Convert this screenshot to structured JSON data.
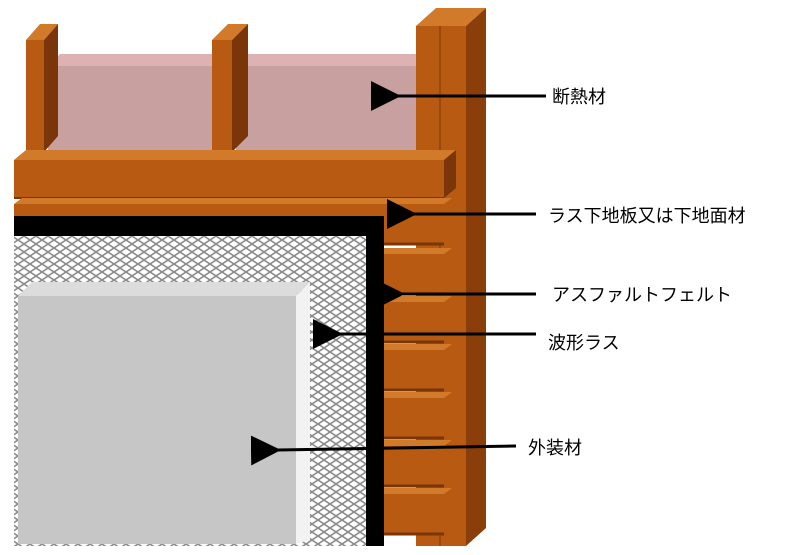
{
  "labels": {
    "insulation": "断熱材",
    "lath_board": "ラス下地板又は下地面材",
    "asphalt_felt": "アスファルトフェルト",
    "corrugated_lath": "波形ラス",
    "exterior_finish": "外装材"
  },
  "colors": {
    "wood": "#b85a12",
    "wood_dark": "#7a3608",
    "wood_light": "#d07a2a",
    "insulation": "#c8a0a0",
    "insulation_light": "#dcb2b2",
    "felt": "#000000",
    "lath": "#e8e8e8",
    "finish": "#c6c6c6",
    "finish_edge": "#eeeeee",
    "arrow": "#000000"
  }
}
